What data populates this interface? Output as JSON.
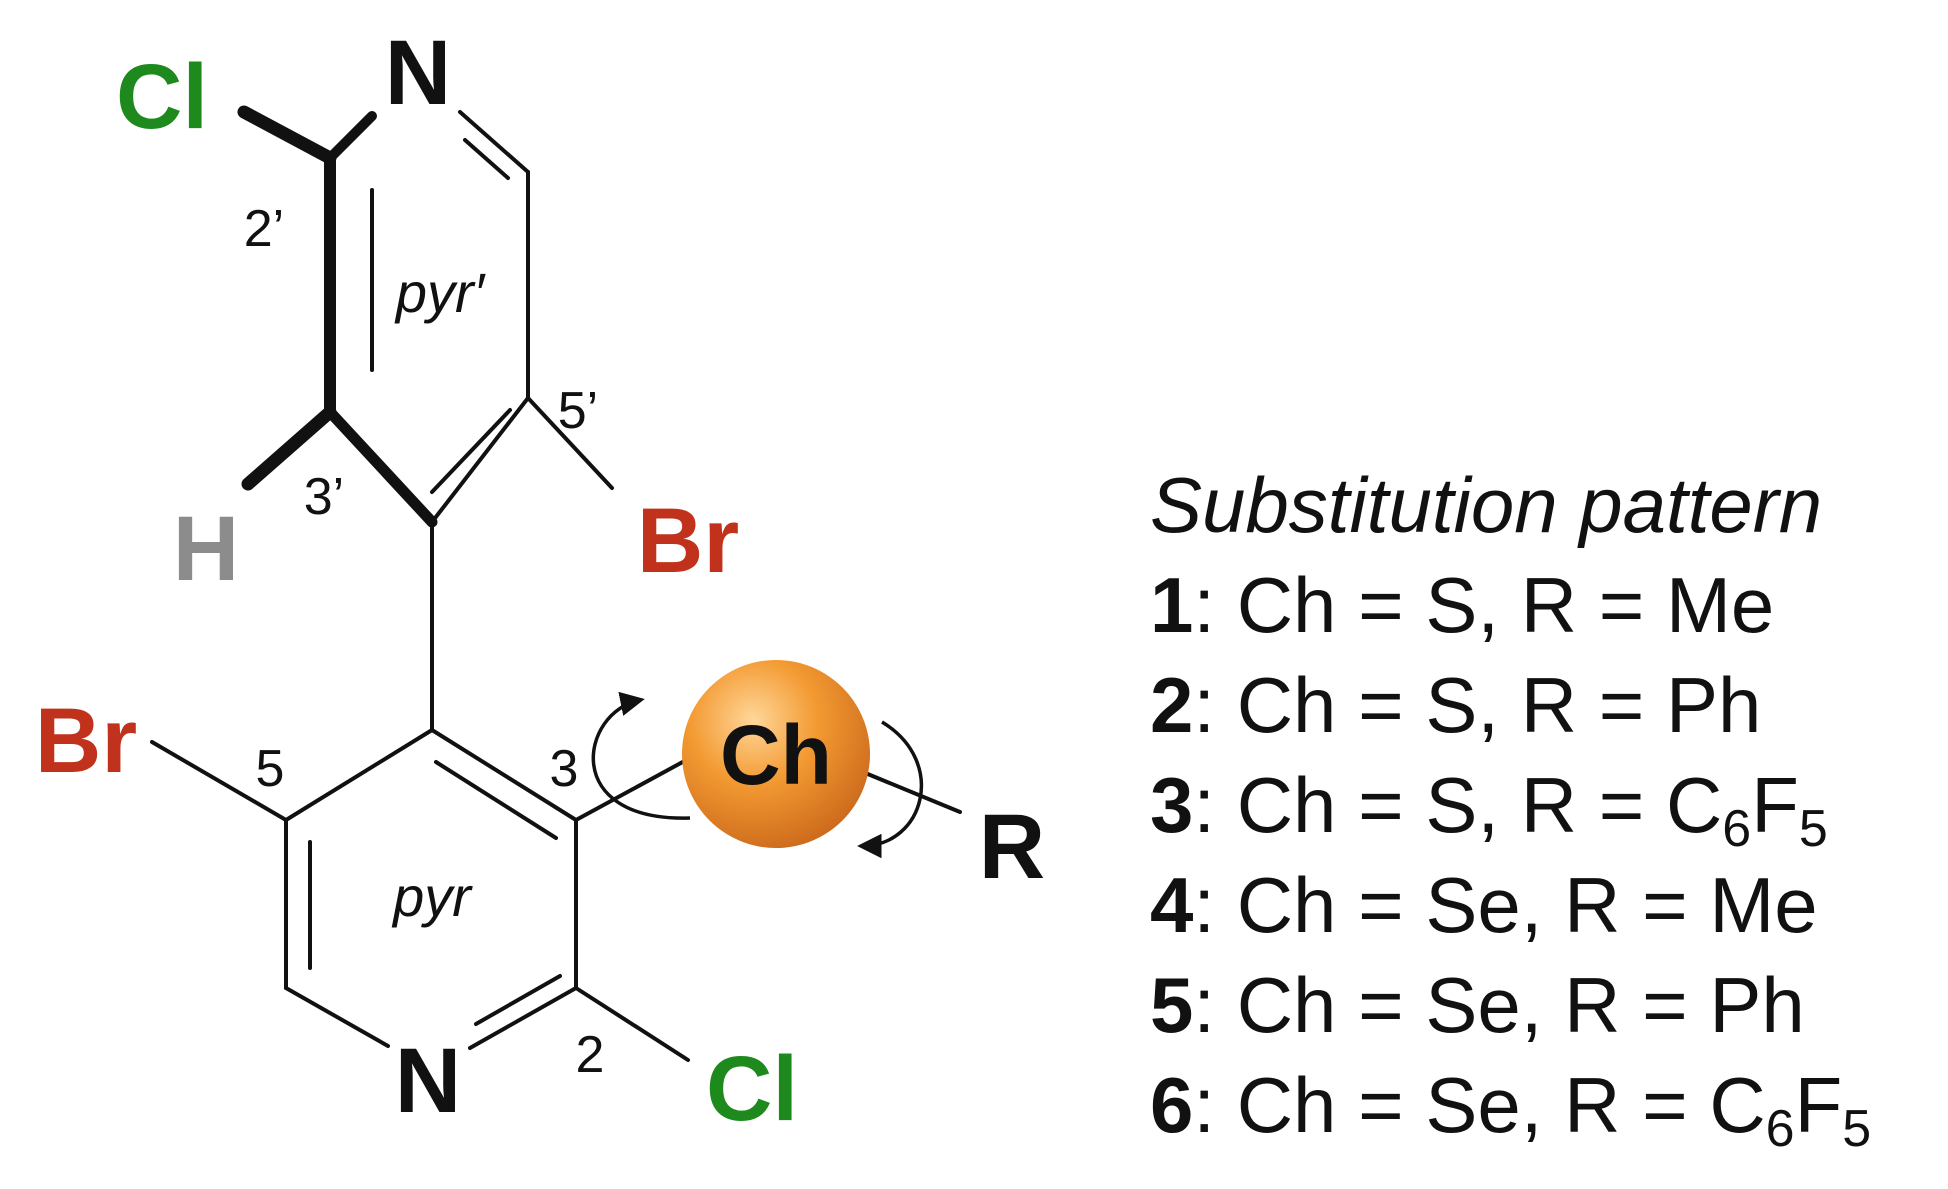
{
  "molecule": {
    "atoms": {
      "n_top": "N",
      "cl_top": "Cl",
      "h": "H",
      "br_top": "Br",
      "br_bottom": "Br",
      "ch": "Ch",
      "r": "R",
      "n_bottom": "N",
      "cl_bottom": "Cl"
    },
    "locants": {
      "two_prime": "2’",
      "three_prime": "3’",
      "five_prime": "5’",
      "five": "5",
      "three": "3",
      "two": "2"
    },
    "ring_labels": {
      "top": "pyr′",
      "bottom": "pyr"
    },
    "colors": {
      "chlorine": "#1e8a1e",
      "bromine": "#c0321c",
      "hydrogen": "#8c8c8c",
      "chalcogen_sphere": "#f0962e",
      "bond": "#111111"
    }
  },
  "legend": {
    "title": "Substitution pattern",
    "entries": [
      {
        "num": "1",
        "ch": "S",
        "r": "Me",
        "r_sub1": "",
        "r_mid": "",
        "r_sub2": ""
      },
      {
        "num": "2",
        "ch": "S",
        "r": "Ph",
        "r_sub1": "",
        "r_mid": "",
        "r_sub2": ""
      },
      {
        "num": "3",
        "ch": "S",
        "r": "C",
        "r_sub1": "6",
        "r_mid": "F",
        "r_sub2": "5"
      },
      {
        "num": "4",
        "ch": "Se",
        "r": "Me",
        "r_sub1": "",
        "r_mid": "",
        "r_sub2": ""
      },
      {
        "num": "5",
        "ch": "Se",
        "r": "Ph",
        "r_sub1": "",
        "r_mid": "",
        "r_sub2": ""
      },
      {
        "num": "6",
        "ch": "Se",
        "r": "C",
        "r_sub1": "6",
        "r_mid": "F",
        "r_sub2": "5"
      }
    ]
  }
}
